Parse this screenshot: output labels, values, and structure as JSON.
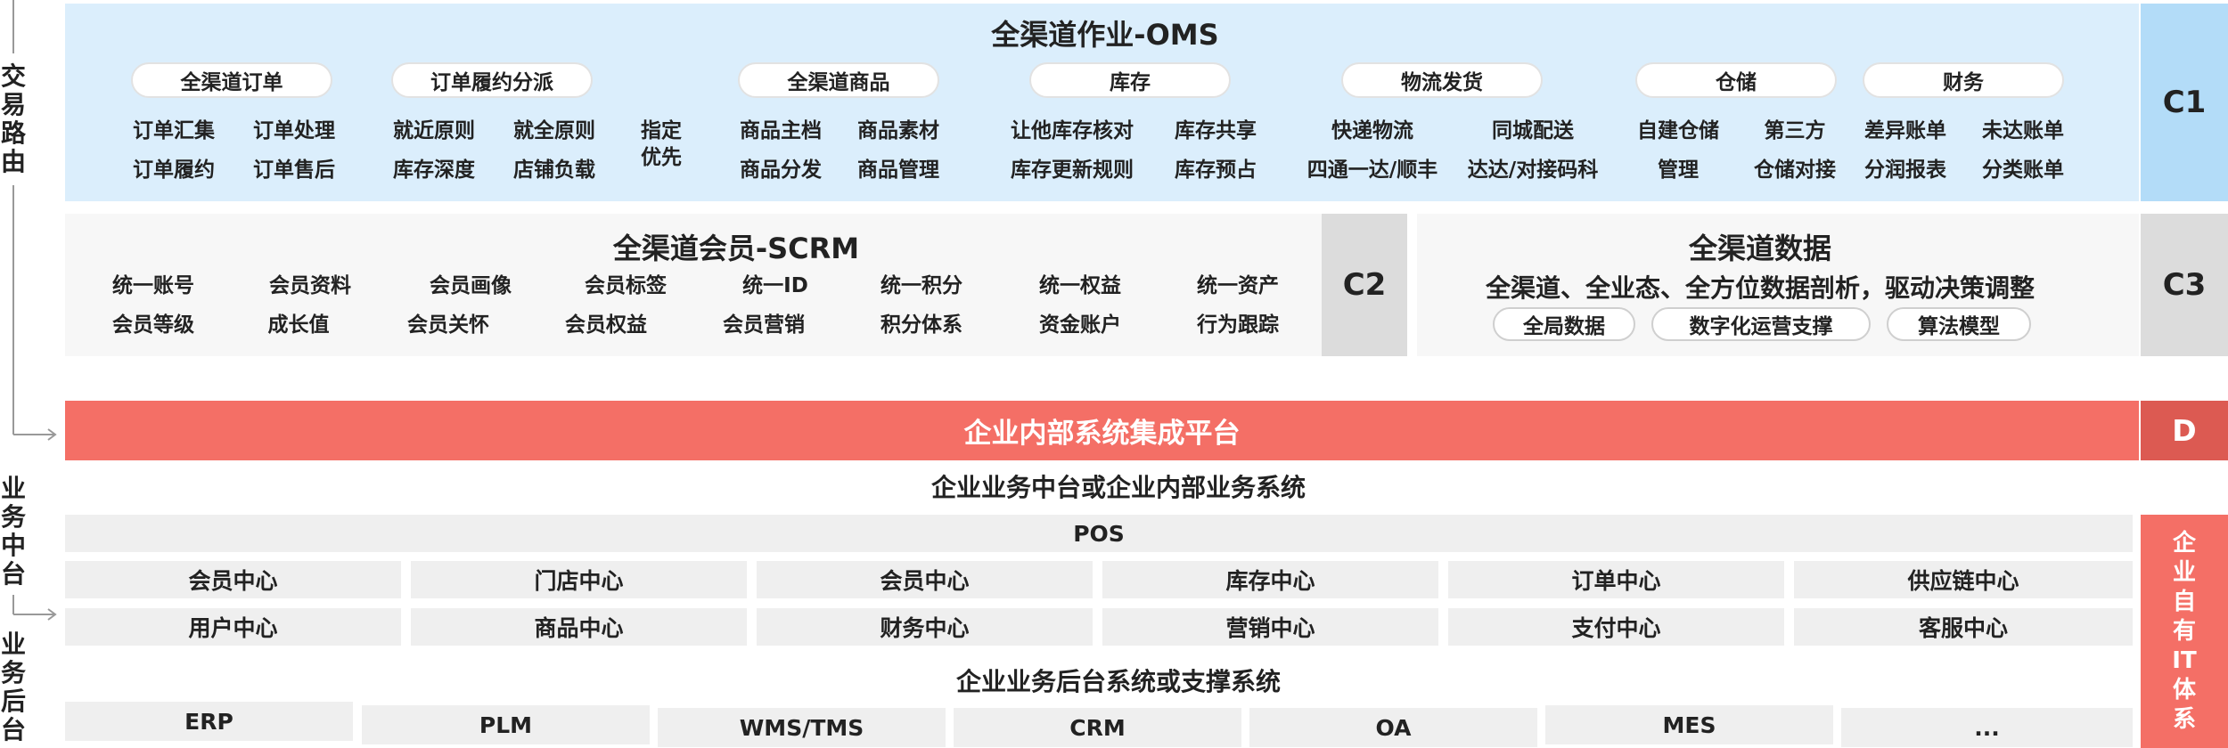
{
  "left_labels": {
    "trade_route": [
      "交",
      "易",
      "路",
      "由"
    ],
    "business_middle": [
      "业",
      "务",
      "中",
      "台"
    ],
    "business_backend": [
      "业",
      "务",
      "后",
      "台"
    ]
  },
  "oms": {
    "title": "全渠道作业-OMS",
    "badge": "C1",
    "groups": [
      {
        "name": "全渠道订单",
        "items": [
          "订单汇集",
          "订单处理",
          "订单履约",
          "订单售后"
        ]
      },
      {
        "name": "订单履约分派",
        "items": [
          "就近原则",
          "就全原则",
          "库存深度",
          "店铺负载",
          "指定",
          "优先"
        ]
      },
      {
        "name": "全渠道商品",
        "items": [
          "商品主档",
          "商品素材",
          "商品分发",
          "商品管理"
        ]
      },
      {
        "name": "库存",
        "items": [
          "让他库存核对",
          "库存共享",
          "库存更新规则",
          "库存预占"
        ]
      },
      {
        "name": "物流发货",
        "items": [
          "快递物流",
          "同城配送",
          "四通一达/顺丰",
          "达达/对接码科"
        ]
      },
      {
        "name": "仓储",
        "items": [
          "自建仓储",
          "第三方",
          "管理",
          "仓储对接"
        ]
      },
      {
        "name": "财务",
        "items": [
          "差异账单",
          "未达账单",
          "分润报表",
          "分类账单"
        ]
      }
    ]
  },
  "scrm": {
    "title": "全渠道会员-SCRM",
    "badge": "C2",
    "row1": [
      "统一账号",
      "会员资料",
      "会员画像",
      "会员标签",
      "统一ID",
      "统一积分",
      "统一权益",
      "统一资产"
    ],
    "row2": [
      "会员等级",
      "成长值",
      "会员关怀",
      "会员权益",
      "会员营销",
      "积分体系",
      "资金账户",
      "行为跟踪"
    ]
  },
  "data": {
    "title": "全渠道数据",
    "subtitle": "全渠道、全业态、全方位数据剖析，驱动决策调整",
    "badge": "C3",
    "pills": [
      "全局数据",
      "数字化运营支撑",
      "算法模型"
    ]
  },
  "integration": {
    "title": "企业内部系统集成平台",
    "badge": "D"
  },
  "middle": {
    "title": "企业业务中台或企业内部业务系统",
    "pos": "POS",
    "row1": [
      "会员中心",
      "门店中心",
      "会员中心",
      "库存中心",
      "订单中心",
      "供应链中心"
    ],
    "row2": [
      "用户中心",
      "商品中心",
      "财务中心",
      "营销中心",
      "支付中心",
      "客服中心"
    ]
  },
  "backend": {
    "title": "企业业务后台系统或支撑系统",
    "systems": [
      "ERP",
      "PLM",
      "WMS/TMS",
      "CRM",
      "OA",
      "MES",
      "..."
    ]
  },
  "own_it": {
    "chars": [
      "企",
      "业",
      "自",
      "有",
      "IT",
      "体",
      "系"
    ]
  },
  "colors": {
    "oms_bg": "#dbeefc",
    "c1_bg": "#b3dcf8",
    "scrm_bg": "#f7f7f7",
    "c2_bg": "#dcdcdc",
    "integration_bg": "#f46f66",
    "d_bg": "#dc5a52",
    "it_bg": "#f46f66",
    "cell_bg": "#efefef"
  }
}
